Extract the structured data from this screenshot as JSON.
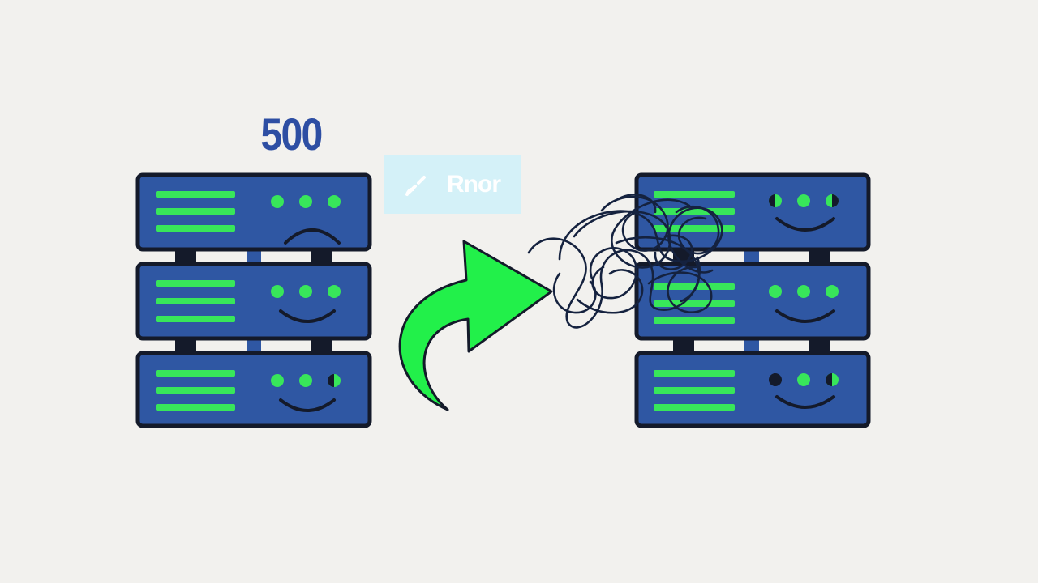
{
  "status": {
    "code": "500"
  },
  "error_tag": {
    "label": "Rnor",
    "icon": "link-icon"
  },
  "colors": {
    "background": "#f2f1ee",
    "server_body": "#2f57a3",
    "server_outline": "#141a2a",
    "server_led": "#38e65a",
    "arrow": "#22f04a",
    "cable": "#15223f",
    "status_text": "#2d4ea3",
    "tag_bg": "#d4f1f8"
  },
  "servers": {
    "left": {
      "units": [
        {
          "face": "sad",
          "leds": [
            "on",
            "on",
            "on"
          ]
        },
        {
          "face": "smile",
          "leds": [
            "on",
            "on",
            "on"
          ]
        },
        {
          "face": "smile",
          "leds": [
            "on",
            "on",
            "half"
          ]
        }
      ]
    },
    "right": {
      "units": [
        {
          "face": "smile",
          "leds": [
            "half",
            "on",
            "half"
          ]
        },
        {
          "face": "smile",
          "leds": [
            "on",
            "on",
            "on"
          ]
        },
        {
          "face": "smile",
          "leds": [
            "off",
            "on",
            "half"
          ]
        }
      ]
    }
  }
}
